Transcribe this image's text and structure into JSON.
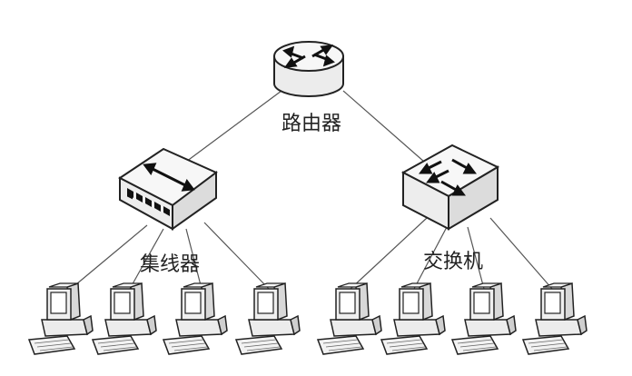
{
  "diagram": {
    "nodes": {
      "router": {
        "label": "路由器",
        "icon": "router-icon"
      },
      "hub": {
        "label": "集线器",
        "icon": "hub-icon"
      },
      "switch": {
        "label": "交换机",
        "icon": "switch-icon"
      }
    },
    "groups": {
      "hub_computers": 4,
      "switch_computers": 4
    },
    "colors": {
      "line": "#555555",
      "device_face": "#f4f4f4",
      "device_top": "#fafafa",
      "device_side": "#dddddd",
      "outline": "#222222"
    }
  }
}
